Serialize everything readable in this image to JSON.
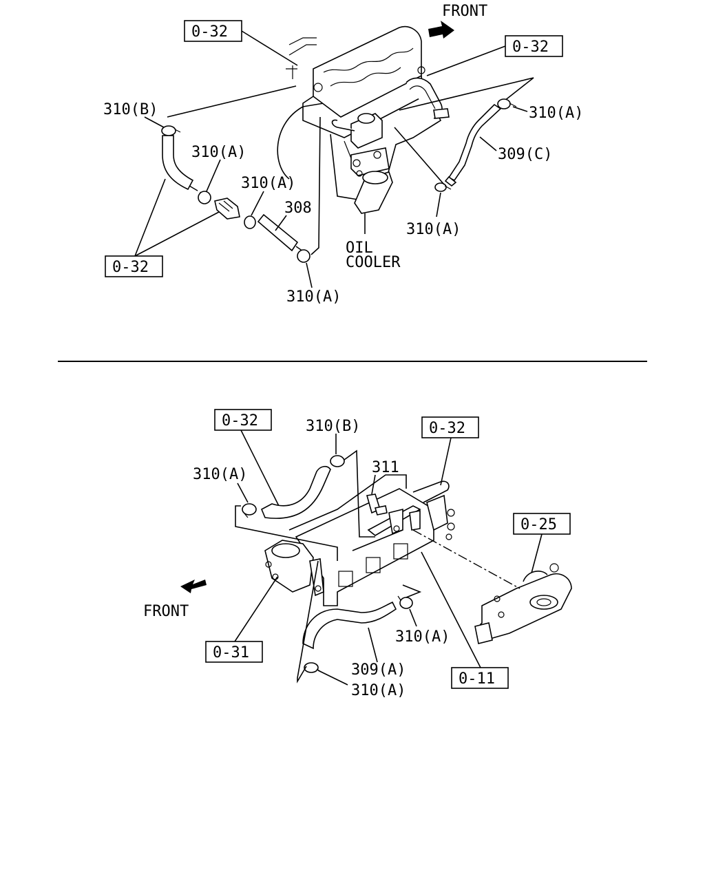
{
  "top": {
    "front": "FRONT",
    "oil_cooler_line1": "OIL",
    "oil_cooler_line2": "COOLER",
    "refs": [
      "0-32",
      "0-32",
      "0-32"
    ],
    "labels": {
      "l310b": "310(B)",
      "l310a_1": "310(A)",
      "l310a_2": "310(A)",
      "l308": "308",
      "l310a_3": "310(A)",
      "l310a_4": "310(A)",
      "l309c": "309(C)",
      "l310a_5": "310(A)"
    }
  },
  "bottom": {
    "front": "FRONT",
    "refs": [
      "0-32",
      "0-32",
      "0-25",
      "0-31",
      "0-11"
    ],
    "labels": {
      "l310b": "310(B)",
      "l311": "311",
      "l310a_1": "310(A)",
      "l310a_2": "310(A)",
      "l309a": "309(A)",
      "l310a_3": "310(A)"
    }
  }
}
